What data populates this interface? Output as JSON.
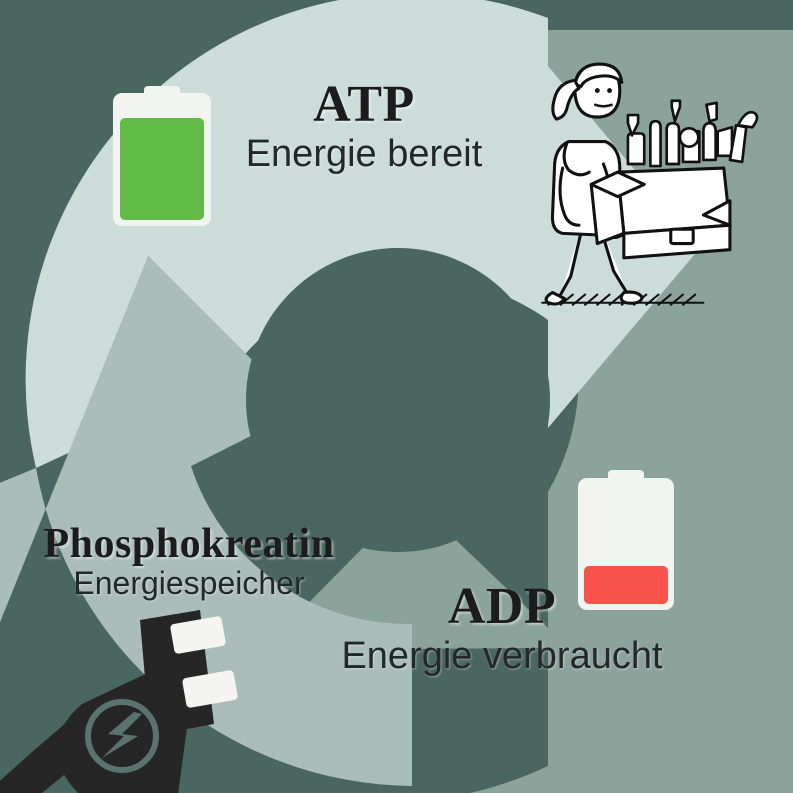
{
  "image": {
    "kind": "energy-cycle-diagram",
    "language": "de",
    "background_color": "#4a6660"
  },
  "palette": {
    "background": "#4a6660",
    "arrow_atp": "#ccdcd8",
    "arrow_pcr": "#aabdb9",
    "arrow_adp": "#8ca39c",
    "center": "#4a6660",
    "battery_shell": "#f2f4f0",
    "battery_full": "#61bb46",
    "battery_low": "#f9544b",
    "ink": "#1c1c1c",
    "plug_body": "#262626"
  },
  "nodes": [
    {
      "id": "atp",
      "title": "ATP",
      "subtitle": "Energie bereit",
      "arrow_color": "#ccdcd8",
      "icon": "battery-full-icon",
      "battery_level_percent": 85,
      "battery_fill_color": "#61bb46",
      "illustration": "person-carrying-recycling-box-icon"
    },
    {
      "id": "adp",
      "title": "ADP",
      "subtitle": "Energie verbraucht",
      "arrow_color": "#8ca39c",
      "icon": "battery-low-icon",
      "battery_level_percent": 28,
      "battery_fill_color": "#f9544b",
      "illustration": null
    },
    {
      "id": "phosphokreatin",
      "title": "Phosphokreatin",
      "subtitle": "Energiespeicher",
      "arrow_color": "#aabdb9",
      "icon": "power-plug-icon",
      "illustration": "power-plug-with-lightning-bolt-icon"
    }
  ]
}
